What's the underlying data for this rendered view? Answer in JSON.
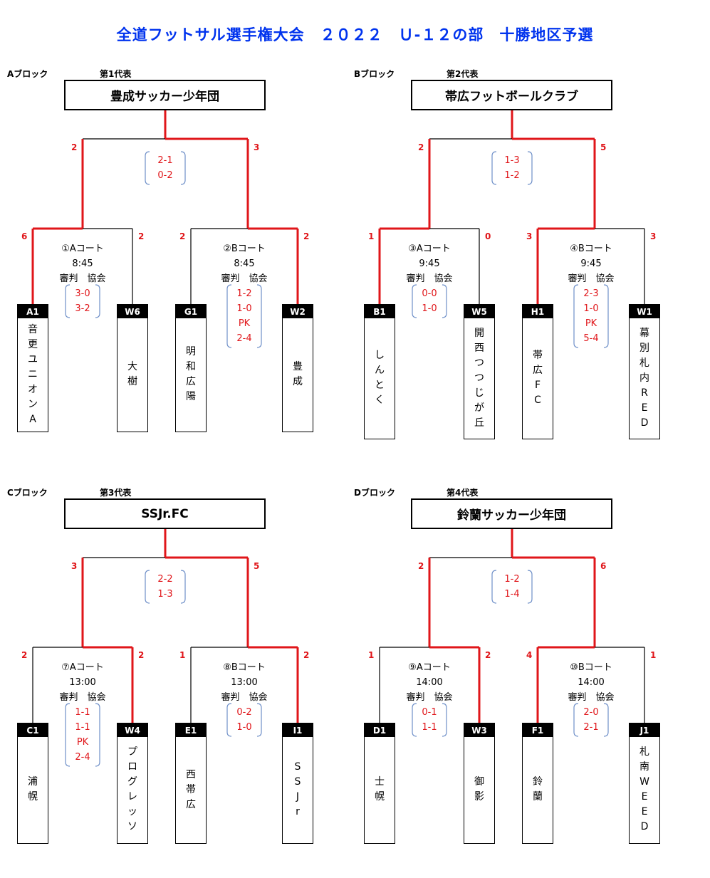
{
  "title": "全道フットサル選手権大会　２０２２　Ｕ-１２の部　十勝地区予選",
  "blocks": [
    {
      "label": "Aブロック",
      "rep_label": "第1代表",
      "winner": "豊成サッカー少年団",
      "final": {
        "left_score": "2",
        "right_score": "3",
        "results": [
          "2-1",
          "0-2"
        ]
      },
      "matches": [
        {
          "info": [
            "①Aコート",
            "8:45",
            "審判　協会"
          ],
          "left_score": "6",
          "right_score": "2",
          "results": [
            "3-0",
            "3-2"
          ],
          "teams": [
            {
              "code": "A1",
              "name": [
                "音",
                "更",
                "ユ",
                "ニ",
                "オ",
                "ン",
                "A"
              ]
            },
            {
              "code": "W6",
              "name": [
                "大",
                "樹"
              ]
            }
          ]
        },
        {
          "info": [
            "②Bコート",
            "8:45",
            "審判　協会"
          ],
          "left_score": "2",
          "right_score": "2",
          "results": [
            "1-2",
            "1-0",
            "PK",
            "2-4"
          ],
          "teams": [
            {
              "code": "G1",
              "name": [
                "明",
                "和",
                "広",
                "陽"
              ]
            },
            {
              "code": "W2",
              "name": [
                "豊",
                "成"
              ]
            }
          ]
        }
      ]
    },
    {
      "label": "Bブロック",
      "rep_label": "第2代表",
      "winner": "帯広フットボールクラブ",
      "final": {
        "left_score": "2",
        "right_score": "5",
        "results": [
          "1-3",
          "1-2"
        ]
      },
      "matches": [
        {
          "info": [
            "③Aコート",
            "9:45",
            "審判　協会"
          ],
          "left_score": "1",
          "right_score": "0",
          "results": [
            "0-0",
            "1-0"
          ],
          "teams": [
            {
              "code": "B1",
              "name": [
                "し",
                "ん",
                "と",
                "く"
              ]
            },
            {
              "code": "W5",
              "name": [
                "開",
                "西",
                "つ",
                "つ",
                "じ",
                "が",
                "丘"
              ]
            }
          ]
        },
        {
          "info": [
            "④Bコート",
            "9:45",
            "審判　協会"
          ],
          "left_score": "3",
          "right_score": "3",
          "results": [
            "2-3",
            "1-0",
            "PK",
            "5-4"
          ],
          "teams": [
            {
              "code": "H1",
              "name": [
                "帯",
                "広",
                "F",
                "C"
              ]
            },
            {
              "code": "W1",
              "name": [
                "幕",
                "別",
                "札",
                "内",
                "R",
                "E",
                "D"
              ]
            }
          ]
        }
      ]
    },
    {
      "label": "Cブロック",
      "rep_label": "第3代表",
      "winner": "SSJr.FC",
      "final": {
        "left_score": "3",
        "right_score": "5",
        "results": [
          "2-2",
          "1-3"
        ]
      },
      "matches": [
        {
          "info": [
            "⑦Aコート",
            "13:00",
            "審判　協会"
          ],
          "left_score": "2",
          "right_score": "2",
          "results": [
            "1-1",
            "1-1",
            "PK",
            "2-4"
          ],
          "teams": [
            {
              "code": "C1",
              "name": [
                "浦",
                "幌"
              ]
            },
            {
              "code": "W4",
              "name": [
                "プ",
                "ロ",
                "グ",
                "レ",
                "ッ",
                "ソ"
              ]
            }
          ]
        },
        {
          "info": [
            "⑧Bコート",
            "13:00",
            "審判　協会"
          ],
          "left_score": "1",
          "right_score": "2",
          "results": [
            "0-2",
            "1-0"
          ],
          "teams": [
            {
              "code": "E1",
              "name": [
                "西",
                "帯",
                "広"
              ]
            },
            {
              "code": "I1",
              "name": [
                "S",
                "S",
                "J",
                "r"
              ]
            }
          ]
        }
      ]
    },
    {
      "label": "Dブロック",
      "rep_label": "第4代表",
      "winner": "鈴蘭サッカー少年団",
      "final": {
        "left_score": "2",
        "right_score": "6",
        "results": [
          "1-2",
          "1-4"
        ]
      },
      "matches": [
        {
          "info": [
            "⑨Aコート",
            "14:00",
            "審判　協会"
          ],
          "left_score": "1",
          "right_score": "2",
          "results": [
            "0-1",
            "1-1"
          ],
          "teams": [
            {
              "code": "D1",
              "name": [
                "士",
                "幌"
              ]
            },
            {
              "code": "W3",
              "name": [
                "御",
                "影"
              ]
            }
          ]
        },
        {
          "info": [
            "⑩Bコート",
            "14:00",
            "審判　協会"
          ],
          "left_score": "4",
          "right_score": "1",
          "results": [
            "2-0",
            "2-1"
          ],
          "teams": [
            {
              "code": "F1",
              "name": [
                "鈴",
                "蘭"
              ]
            },
            {
              "code": "J1",
              "name": [
                "札",
                "南",
                "W",
                "E",
                "E",
                "D"
              ]
            }
          ]
        }
      ]
    }
  ]
}
